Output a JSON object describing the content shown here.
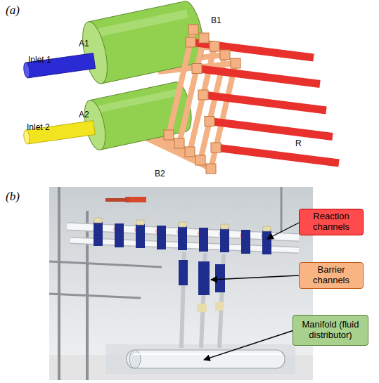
{
  "diagram": {
    "nodes": [
      {
        "text": [
          "Reaction channels"
        ]
      },
      {
        "text": [
          "Barrier channels"
        ]
      },
      {
        "text": [
          "Manifold (fluid distributor)"
        ]
      }
    ],
    "labels": [
      "(a)",
      "Inlet 1",
      "A1",
      "B1",
      "Inlet 2",
      "A2",
      "B2",
      "R",
      "(b)"
    ]
  }
}
